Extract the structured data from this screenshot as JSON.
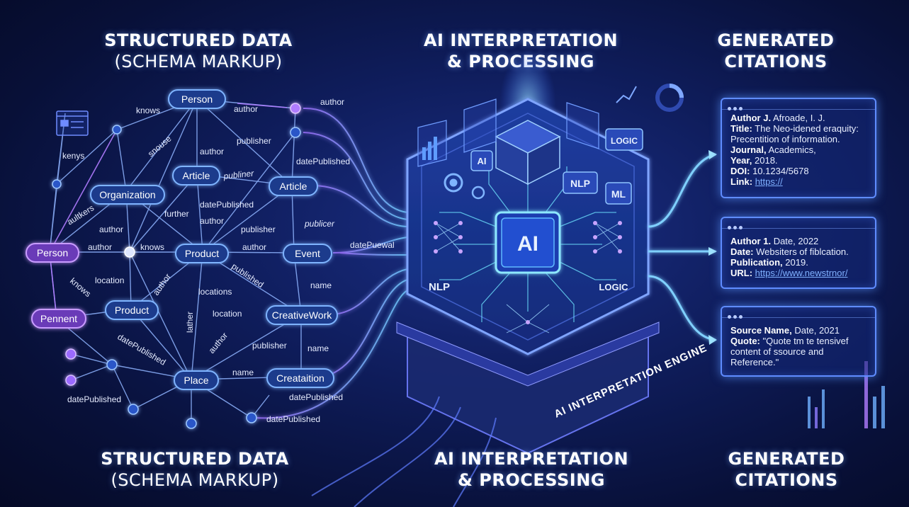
{
  "headings": {
    "top_left": {
      "title": "STRUCTURED DATA",
      "subtitle": "(SCHEMA MARKUP)"
    },
    "top_mid": {
      "title": "AI INTERPRETATION",
      "subtitle": "& PROCESSING"
    },
    "top_right": {
      "title": "GENERATED",
      "subtitle": "CITATIONS"
    },
    "bottom_left": {
      "title": "STRUCTURED DATA",
      "subtitle": "(SCHEMA MARKUP)"
    },
    "bottom_mid": {
      "title": "AI INTERPRETATION",
      "subtitle": "& PROCESSING"
    },
    "bottom_right": {
      "title": "GENERATED",
      "subtitle": "CITATIONS"
    }
  },
  "graph": {
    "nodes": {
      "person_top": "Person",
      "organization": "Organization",
      "article_left": "Article",
      "article_right": "Article",
      "person_left": "Person",
      "product_center": "Product",
      "event": "Event",
      "product_left": "Product",
      "pennent": "Pennent",
      "creativework": "CreativeWork",
      "place": "Place",
      "creatation": "Creataition"
    },
    "edge_labels": {
      "knows_top": "knows",
      "author_top": "author",
      "author_right": "author",
      "kenys": "kenys",
      "snouse": "snouse",
      "publisher_top": "publisher",
      "author_mid": "author",
      "publiner": "publiner",
      "datepublished_top": "datePublished",
      "autkers": "aultkers",
      "datepublished_mid": "datePublished",
      "further": "further",
      "author_a": "author",
      "author_b": "author",
      "author_c": "author",
      "knows_mid": "knows",
      "publisher_mid": "publisher",
      "publicer": "publicer",
      "datepuewal": "datePuewal",
      "location_a": "location",
      "author_d": "author",
      "published": "published",
      "name_a": "name",
      "knows_rot": "knows",
      "locations": "locations",
      "lather": "lather",
      "location_b": "location",
      "author_e": "author",
      "publisher_low": "publisher",
      "name_b": "name",
      "datepublished_rot": "datePublished",
      "name_c": "name",
      "datepublished_low": "datePublished",
      "datepublished_left": "datePublished",
      "datepublished_bottom": "datePublished"
    }
  },
  "engine": {
    "chip": "AI",
    "small_chip": "AI",
    "labels": {
      "nlp_right": "NLP",
      "ml": "ML",
      "logic_top": "LOGIC",
      "nlp_left": "NLP",
      "logic_right": "LOGIC"
    },
    "side_text": "AI INTERPRETATION ENGINE"
  },
  "citations": [
    {
      "author_label": "Author J.",
      "author_value": "Afroade, I. J.",
      "title_label": "Title:",
      "title_value": "The Neo-idened eraquity:",
      "title_value2": "Precentition of information.",
      "journal_label": "Journal,",
      "journal_value": "Academics,",
      "year_label": "Year,",
      "year_value": "2018.",
      "doi_label": "DOI:",
      "doi_value": "10.1234/5678",
      "link_label": "Link:",
      "link_value": "https://"
    },
    {
      "author_label": "Author 1.",
      "author_value": "Date, 2022",
      "date_label": "Date:",
      "date_value": "Websiters of fiblcation.",
      "pub_label": "Publication,",
      "pub_value": "2019.",
      "url_label": "URL:",
      "url_value": "https://www.newstrnor/"
    },
    {
      "source_label": "Source Name,",
      "source_value": "Date, 2021",
      "quote_label": "Quote:",
      "quote_value": "\"Quote tm te tensivef",
      "quote_value2": "content of ssource and",
      "quote_value3": "Reference.\""
    }
  ],
  "colors": {
    "accent_blue": "#5f8cff",
    "accent_purple": "#9b6bff",
    "node_fill": "#1a3a8c",
    "glow_cyan": "#6fe4ff"
  }
}
